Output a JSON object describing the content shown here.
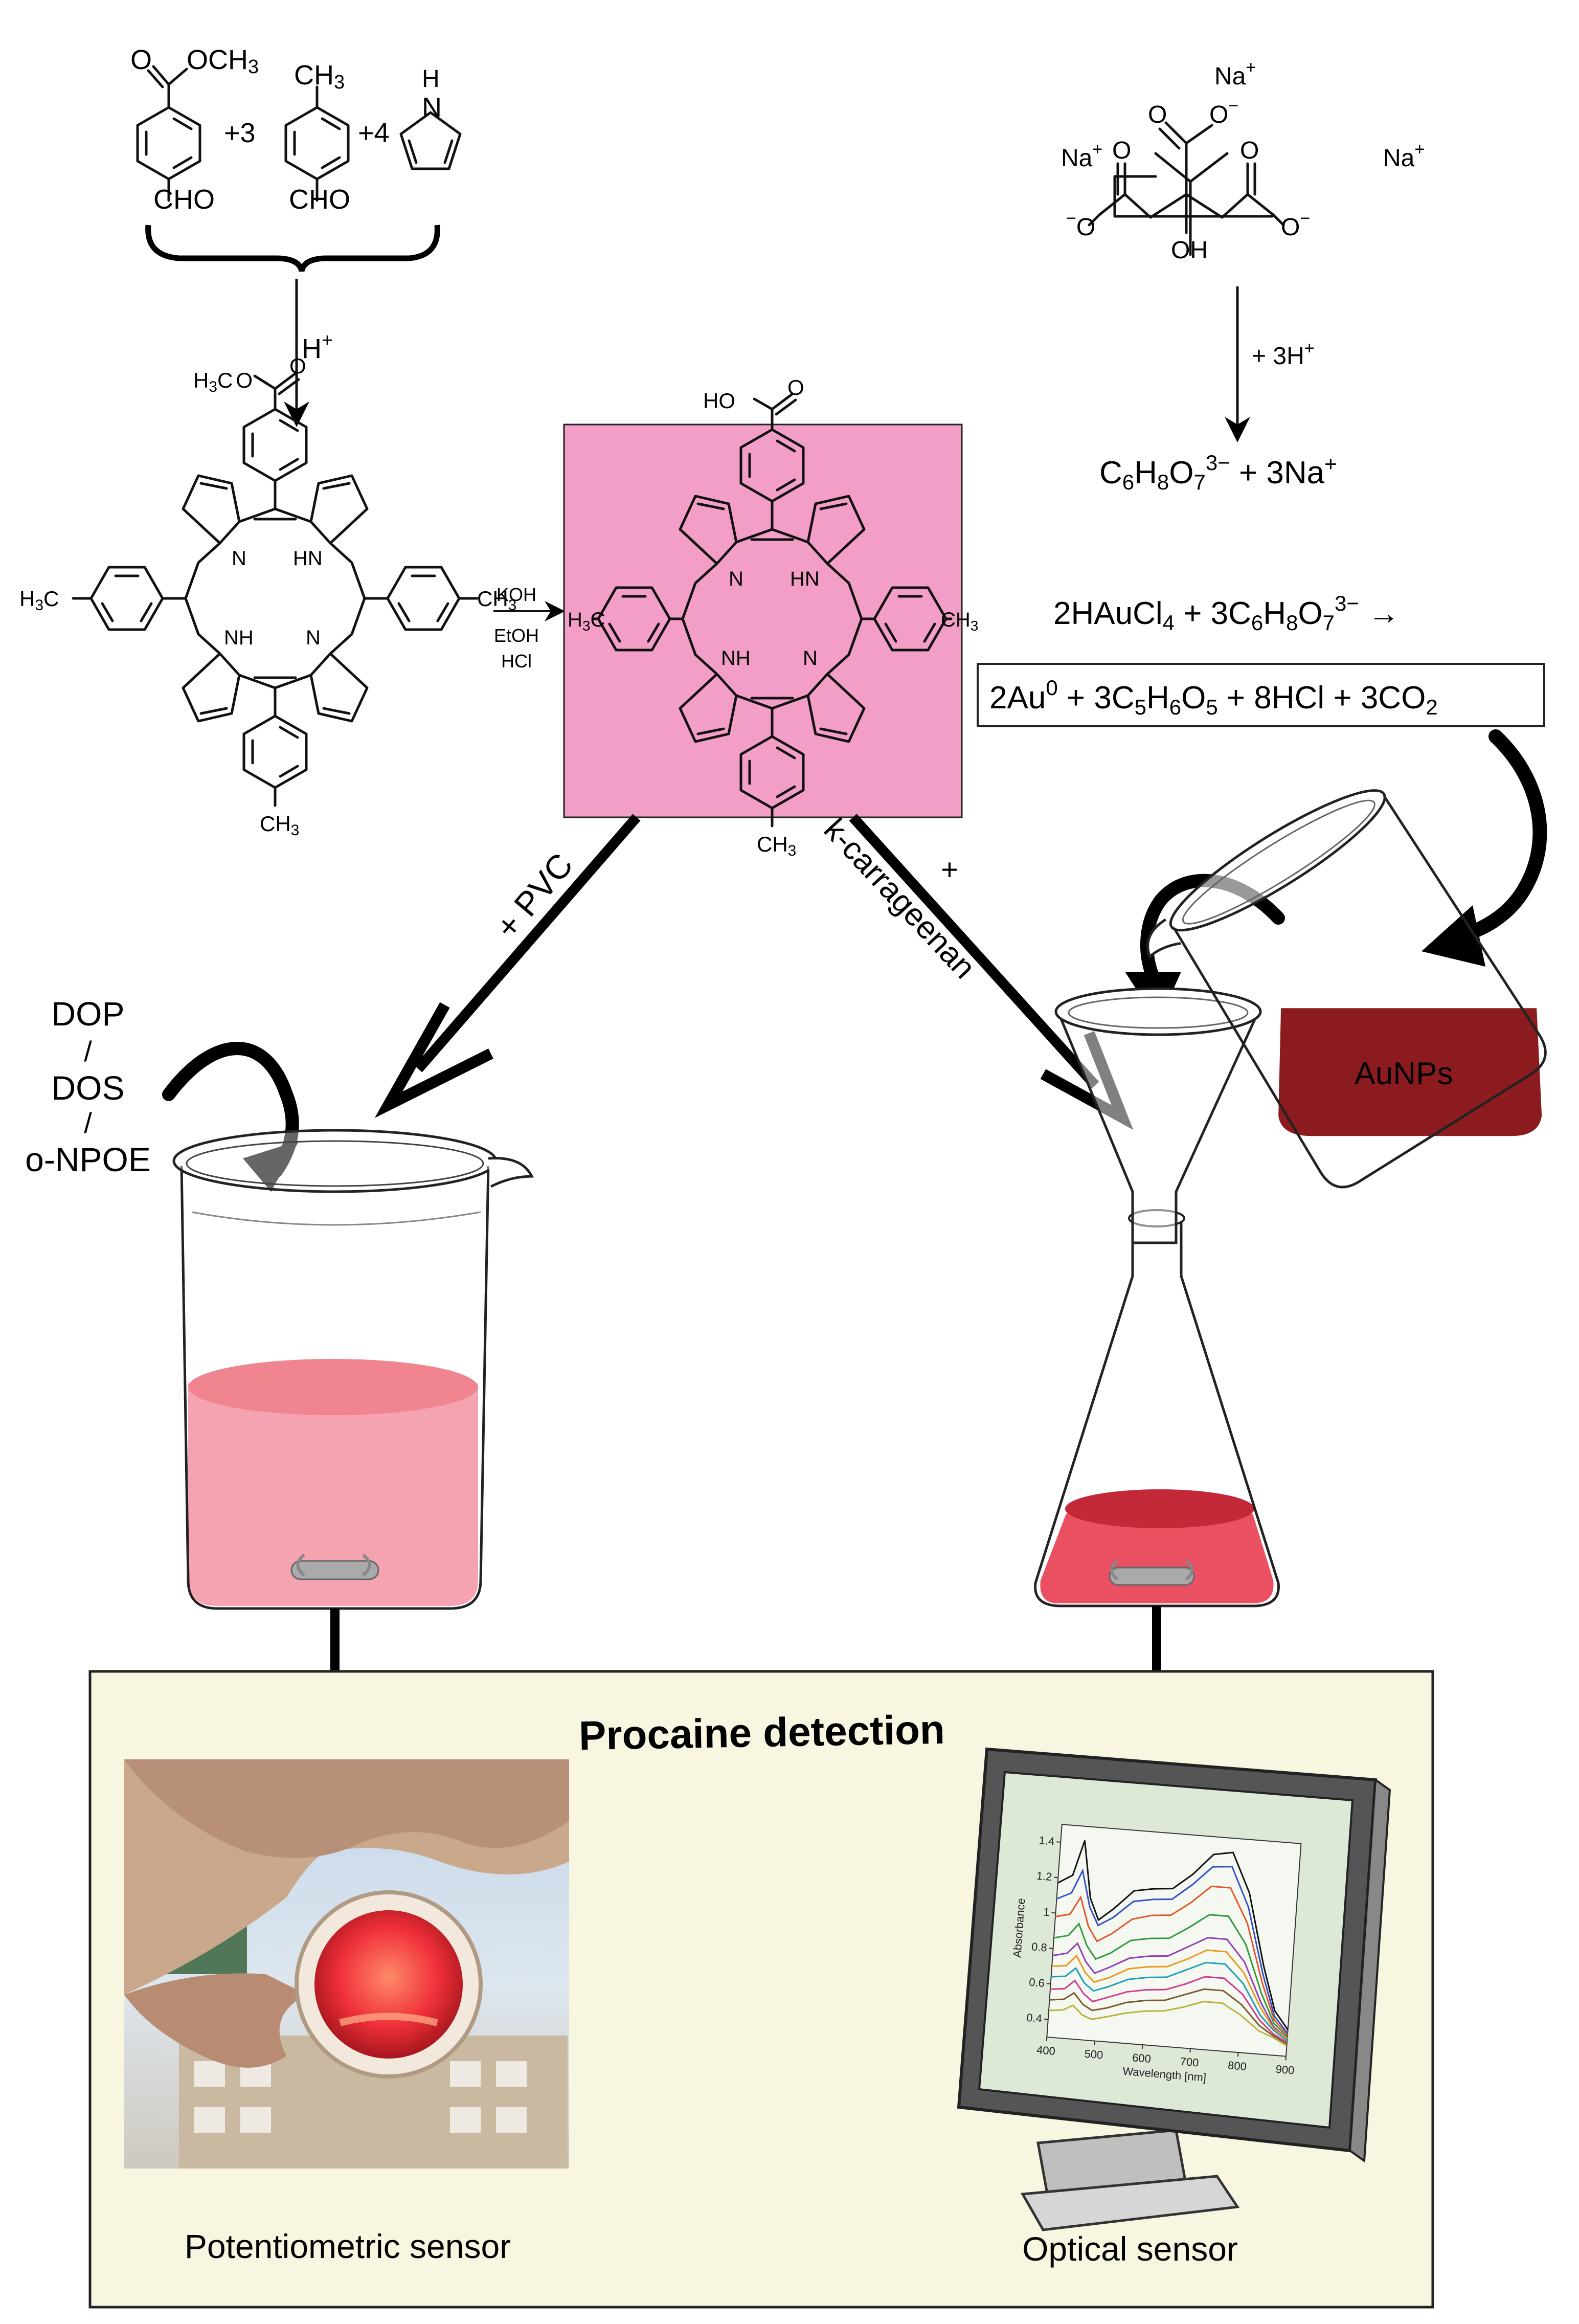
{
  "reagents": {
    "r1_top": "O",
    "r1_ester": "OCH",
    "r1_ester_sub": "3",
    "r1_aldehyde": "CHO",
    "coef_3": "+3",
    "r2_methyl": "CH",
    "r2_methyl_sub": "3",
    "r2_aldehyde": "CHO",
    "coef_4": "+4",
    "pyrrole_h": "H",
    "pyrrole_n": "N",
    "acid_catalyst": "H",
    "acid_sup": "+"
  },
  "porphyrin_ester": {
    "ester_o": "O",
    "ester_h3c": "H",
    "ester_3": "3",
    "ester_c": "C",
    "ester_o2": "O",
    "ring_n": "N",
    "ring_hn": "HN",
    "ring_nh": "NH",
    "ring_n2": "N",
    "left_group_h3c": "H",
    "left_group_3": "3",
    "left_group_c": "C",
    "right_group": "CH",
    "right_group_3": "3",
    "bottom_group": "CH",
    "bottom_group_3": "3"
  },
  "hydrolysis": {
    "reagent_1": "KOH",
    "reagent_2": "EtOH",
    "reagent_3": "HCl"
  },
  "porphyrin_acid": {
    "acid_ho": "HO",
    "acid_o": "O",
    "ring_n": "N",
    "ring_hn": "HN",
    "ring_nh": "NH",
    "ring_n2": "N",
    "left_group_h3c": "H",
    "left_group_3": "3",
    "left_group_c": "C",
    "right_group": "CH",
    "right_group_3": "3",
    "bottom_group": "CH",
    "bottom_group_3": "3",
    "box_color": "#f39ec6"
  },
  "citrate": {
    "na_top": "Na",
    "na_left": "Na",
    "na_right": "Na",
    "plus": "+",
    "o_left": "O",
    "o_center": "O",
    "o_right": "O",
    "o_minus": "O",
    "minus": "−",
    "oh": "OH",
    "reagent": "+ 3H",
    "reagent_sup": "+",
    "product_c": "C",
    "product_6": "6",
    "product_h": "H",
    "product_8": "8",
    "product_o": "O",
    "product_7": "7",
    "product_charge": "3−",
    "product_rest": " + 3Na",
    "product_na_sup": "+"
  },
  "reduction": {
    "line1_a": "2HAuCl",
    "line1_4": "4",
    "line1_b": " + 3C",
    "line1_6": "6",
    "line1_h": "H",
    "line1_8": "8",
    "line1_o": "O",
    "line1_7": "7",
    "line1_charge": "3−",
    "line1_arrow": " →",
    "line2_a": "2Au",
    "line2_0": "0",
    "line2_b": " + 3C",
    "line2_5a": "5",
    "line2_h": "H",
    "line2_6": "6",
    "line2_o": "O",
    "line2_5b": "5",
    "line2_c": " + 8HCl + 3CO",
    "line2_2": "2"
  },
  "paths": {
    "pvc_label": "+ PVC",
    "kc_plus": "+",
    "kc_label": "k-carrageenan"
  },
  "plasticizers": {
    "p1": "DOP",
    "sep1": "/",
    "p2": "DOS",
    "sep2": "/",
    "p3": "o-NPOE"
  },
  "aunps": {
    "label": "AuNPs",
    "color": "#8b1b1f"
  },
  "detection": {
    "title": "Procaine detection",
    "potentiometric_label": "Potentiometric sensor",
    "optical_label": "Optical sensor",
    "panel_color": "#f8f6e0"
  },
  "colors": {
    "beaker_liquid": "#f5a3b0",
    "flask_liquid": "#ea4f62"
  },
  "chart_data": {
    "type": "line",
    "title": "",
    "xlabel": "Wavelength [nm]",
    "ylabel": "Absorbance",
    "xlim": [
      400,
      900
    ],
    "ylim": [
      0.3,
      1.5
    ],
    "x_ticks": [
      "400",
      "500",
      "600",
      "700",
      "800",
      "900"
    ],
    "y_ticks": [
      "0.4",
      "0.6",
      "0.8",
      "1",
      "1.2",
      "1.4"
    ],
    "x": [
      400,
      430,
      450,
      470,
      490,
      520,
      560,
      600,
      640,
      680,
      720,
      760,
      800,
      840,
      870,
      900
    ],
    "series": [
      {
        "color": "#111111",
        "values": [
          1.17,
          1.22,
          1.42,
          1.1,
          0.98,
          1.05,
          1.16,
          1.18,
          1.19,
          1.28,
          1.4,
          1.42,
          1.2,
          0.8,
          0.55,
          0.45
        ]
      },
      {
        "color": "#3452c8",
        "values": [
          1.08,
          1.12,
          1.25,
          1.05,
          0.95,
          1.0,
          1.1,
          1.12,
          1.13,
          1.22,
          1.33,
          1.34,
          1.12,
          0.75,
          0.52,
          0.43
        ]
      },
      {
        "color": "#e2572b",
        "values": [
          0.98,
          1.0,
          1.1,
          0.94,
          0.86,
          0.91,
          1.0,
          1.03,
          1.04,
          1.12,
          1.22,
          1.22,
          1.03,
          0.7,
          0.5,
          0.42
        ]
      },
      {
        "color": "#2e9a3e",
        "values": [
          0.86,
          0.88,
          0.95,
          0.83,
          0.76,
          0.8,
          0.88,
          0.9,
          0.91,
          0.98,
          1.06,
          1.06,
          0.91,
          0.64,
          0.48,
          0.41
        ]
      },
      {
        "color": "#8f3fb7",
        "values": [
          0.76,
          0.78,
          0.84,
          0.74,
          0.68,
          0.72,
          0.78,
          0.8,
          0.81,
          0.87,
          0.93,
          0.93,
          0.81,
          0.59,
          0.46,
          0.4
        ]
      },
      {
        "color": "#e99a1c",
        "values": [
          0.7,
          0.71,
          0.77,
          0.68,
          0.63,
          0.66,
          0.72,
          0.74,
          0.75,
          0.8,
          0.86,
          0.86,
          0.75,
          0.56,
          0.45,
          0.4
        ]
      },
      {
        "color": "#1c9fb7",
        "values": [
          0.64,
          0.65,
          0.7,
          0.62,
          0.58,
          0.61,
          0.66,
          0.68,
          0.69,
          0.74,
          0.79,
          0.79,
          0.69,
          0.52,
          0.44,
          0.39
        ]
      },
      {
        "color": "#d23b8c",
        "values": [
          0.57,
          0.58,
          0.63,
          0.56,
          0.52,
          0.55,
          0.59,
          0.61,
          0.62,
          0.66,
          0.71,
          0.71,
          0.63,
          0.49,
          0.42,
          0.38
        ]
      },
      {
        "color": "#7a5a2b",
        "values": [
          0.51,
          0.52,
          0.56,
          0.5,
          0.47,
          0.49,
          0.53,
          0.55,
          0.56,
          0.6,
          0.64,
          0.64,
          0.57,
          0.46,
          0.41,
          0.37
        ]
      },
      {
        "color": "#b8b23a",
        "values": [
          0.45,
          0.46,
          0.49,
          0.44,
          0.42,
          0.44,
          0.47,
          0.49,
          0.5,
          0.53,
          0.57,
          0.57,
          0.51,
          0.43,
          0.4,
          0.36
        ]
      }
    ]
  }
}
